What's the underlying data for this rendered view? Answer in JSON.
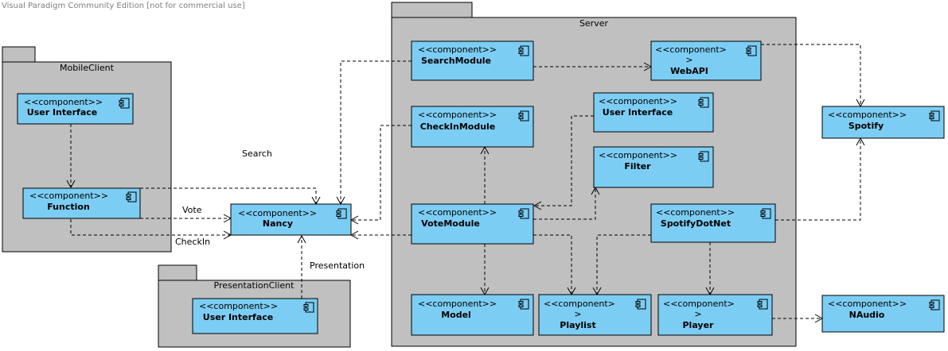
{
  "watermark": "Visual Paradigm Community Edition [not for commercial use]",
  "stereotype": "<<component>>",
  "packages": {
    "server": "Server",
    "mobile": "MobileClient",
    "presentation": "PresentationClient"
  },
  "components": {
    "mobile_ui": "User Interface",
    "function": "Function",
    "nancy": "Nancy",
    "presentation_ui": "User Interface",
    "search_module": "SearchModule",
    "webapi": "WebAPI",
    "checkin_module": "CheckInModule",
    "server_ui": "User Interface",
    "filter": "Filter",
    "vote_module": "VoteModule",
    "spotifydotnet": "SpotifyDotNet",
    "model": "Model",
    "playlist": "Playlist",
    "player": "Player",
    "spotify": "Spotify",
    "naudio": "NAudio"
  },
  "stereo_wrapped": {
    "line1": "<<component>",
    "line2": ">"
  },
  "labels": {
    "search": "Search",
    "vote": "Vote",
    "checkin": "CheckIn",
    "presentation": "Presentation"
  }
}
